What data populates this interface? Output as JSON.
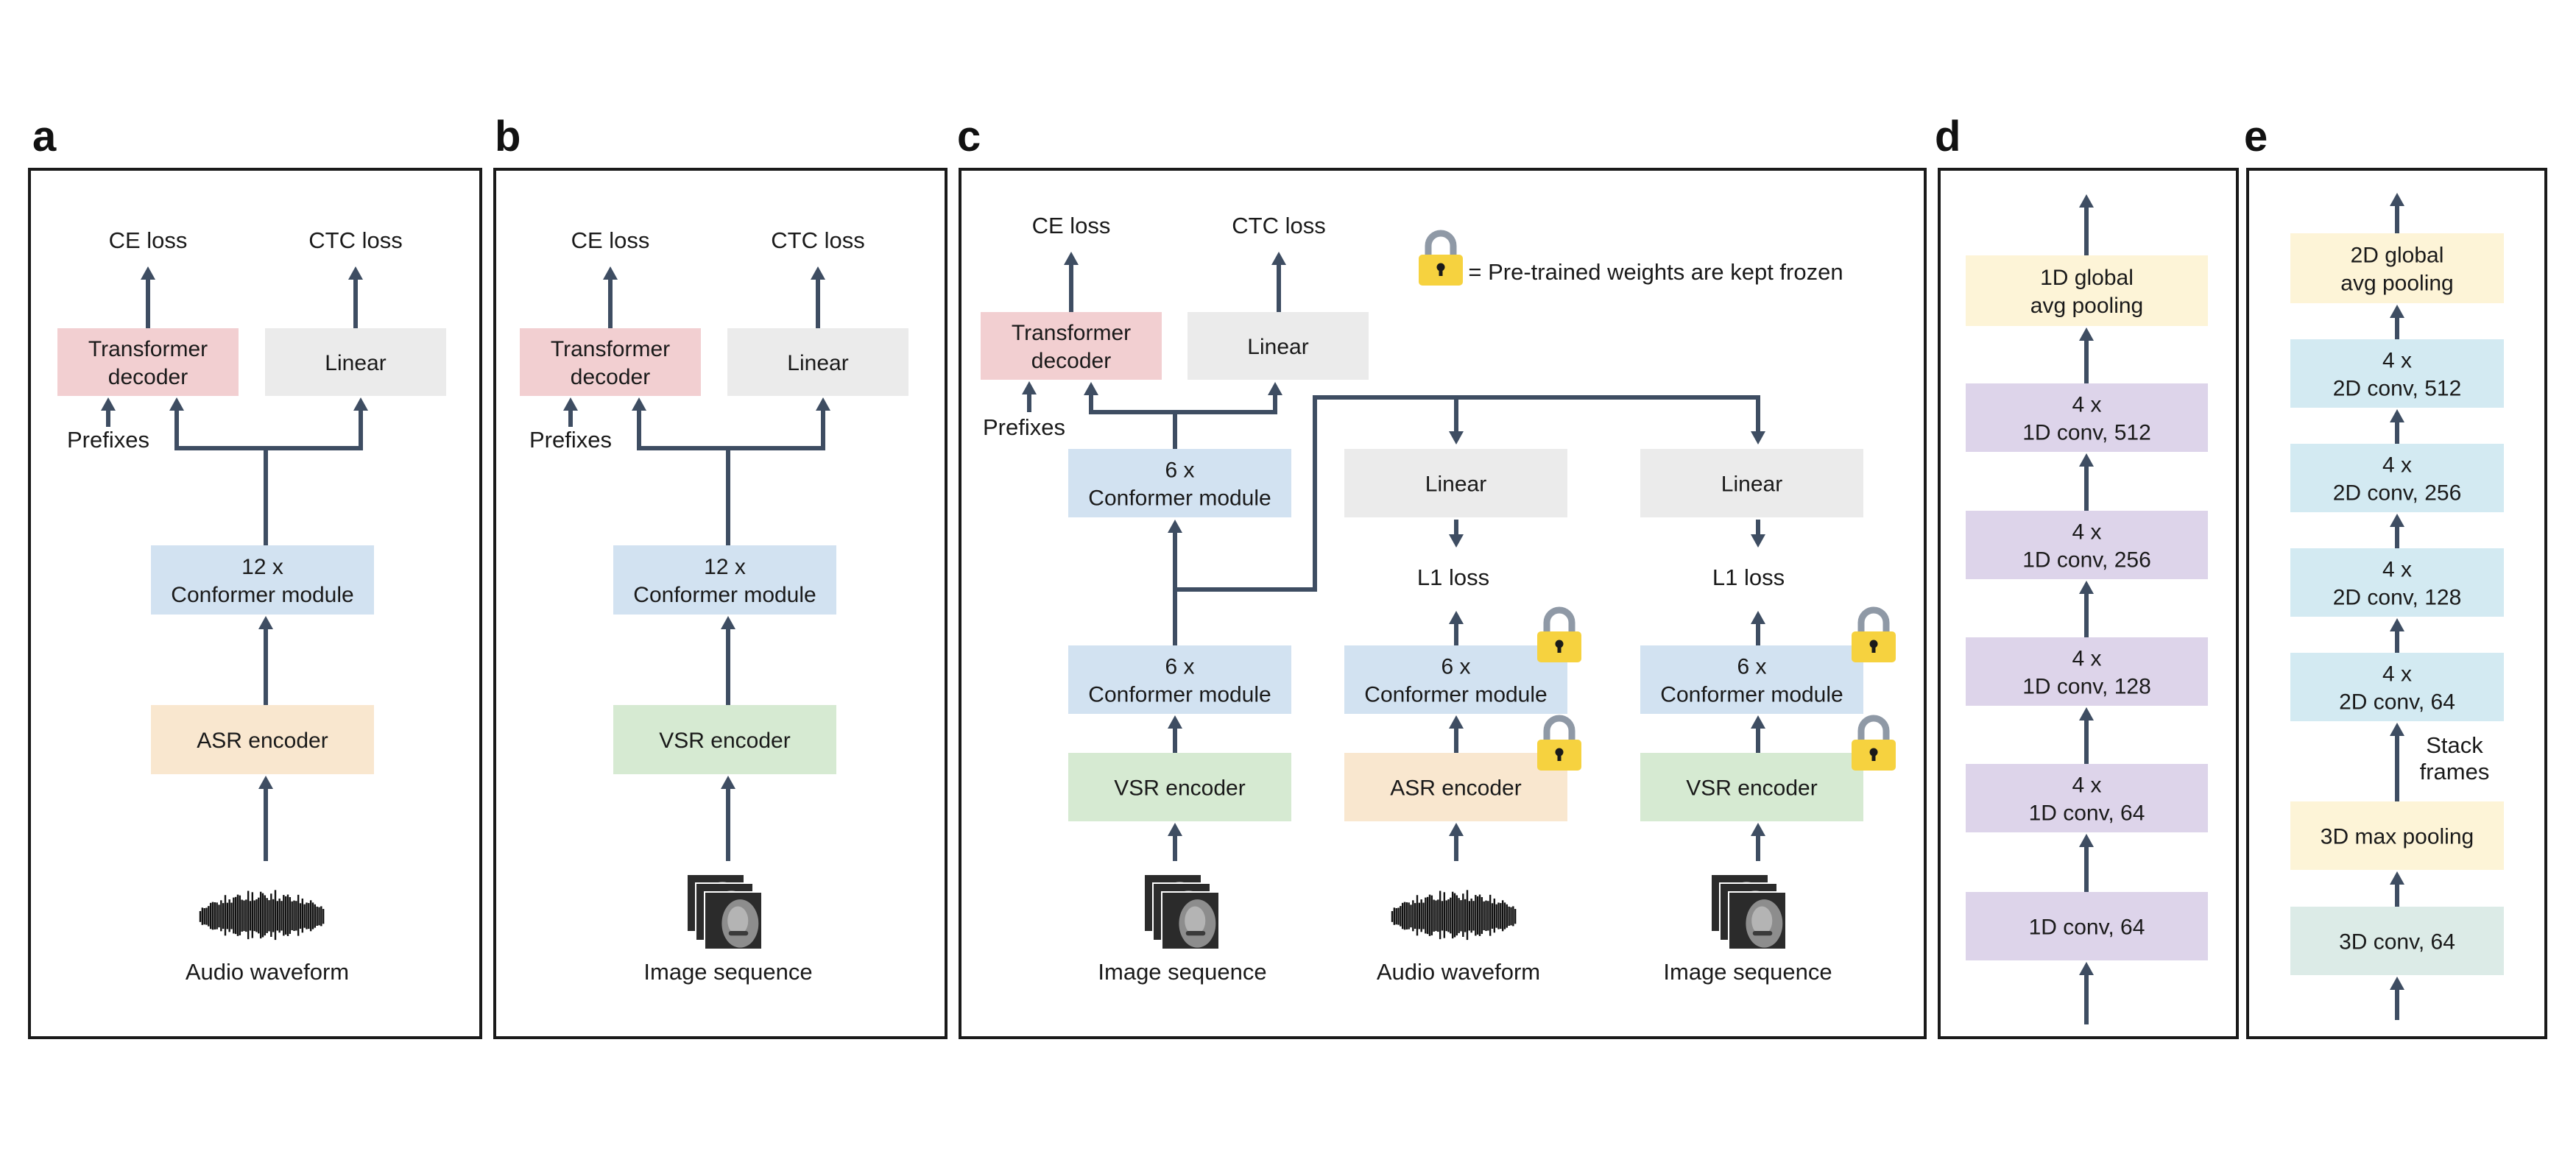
{
  "colors": {
    "pink": "#f2cfd1",
    "grey": "#ebebeb",
    "blue": "#d2e2f1",
    "orange": "#f9e7cf",
    "green": "#d6ead2",
    "purple": "#ddd4ea",
    "yellow": "#fdf4d7",
    "cyan": "#d3eaf2",
    "teal": "#dcebe7",
    "arrow": "#3e4d62",
    "lock_body": "#f6d23f",
    "lock_shackle": "#8f99a6"
  },
  "panels": {
    "a": {
      "letter": "a"
    },
    "b": {
      "letter": "b"
    },
    "c": {
      "letter": "c"
    },
    "d": {
      "letter": "d"
    },
    "e": {
      "letter": "e"
    }
  },
  "common": {
    "ce_loss": "CE loss",
    "ctc_loss": "CTC loss",
    "transformer_decoder": [
      "Transformer",
      "decoder"
    ],
    "linear": "Linear",
    "prefixes": "Prefixes",
    "conformer_12": [
      "12 x",
      "Conformer module"
    ],
    "conformer_6": [
      "6 x",
      "Conformer module"
    ],
    "asr_encoder": "ASR encoder",
    "vsr_encoder": "VSR encoder",
    "audio_waveform": "Audio waveform",
    "image_sequence": "Image sequence",
    "l1_loss": "L1 loss"
  },
  "legend": {
    "frozen_text": "= Pre-trained weights are kept frozen",
    "icon": "lock-icon"
  },
  "panel_d_blocks": [
    [
      "1D global",
      "avg pooling"
    ],
    [
      "4 x",
      "1D conv, 512"
    ],
    [
      "4 x",
      "1D conv, 256"
    ],
    [
      "4 x",
      "1D conv, 128"
    ],
    [
      "4 x",
      "1D conv, 64"
    ],
    [
      "1D conv, 64"
    ]
  ],
  "panel_e_blocks": [
    [
      "2D global",
      "avg pooling"
    ],
    [
      "4 x",
      "2D conv, 512"
    ],
    [
      "4 x",
      "2D conv, 256"
    ],
    [
      "4 x",
      "2D conv, 128"
    ],
    [
      "4 x",
      "2D conv, 64"
    ],
    [
      "3D max pooling"
    ],
    [
      "3D conv, 64"
    ]
  ],
  "stack_frames": [
    "Stack",
    "frames"
  ]
}
